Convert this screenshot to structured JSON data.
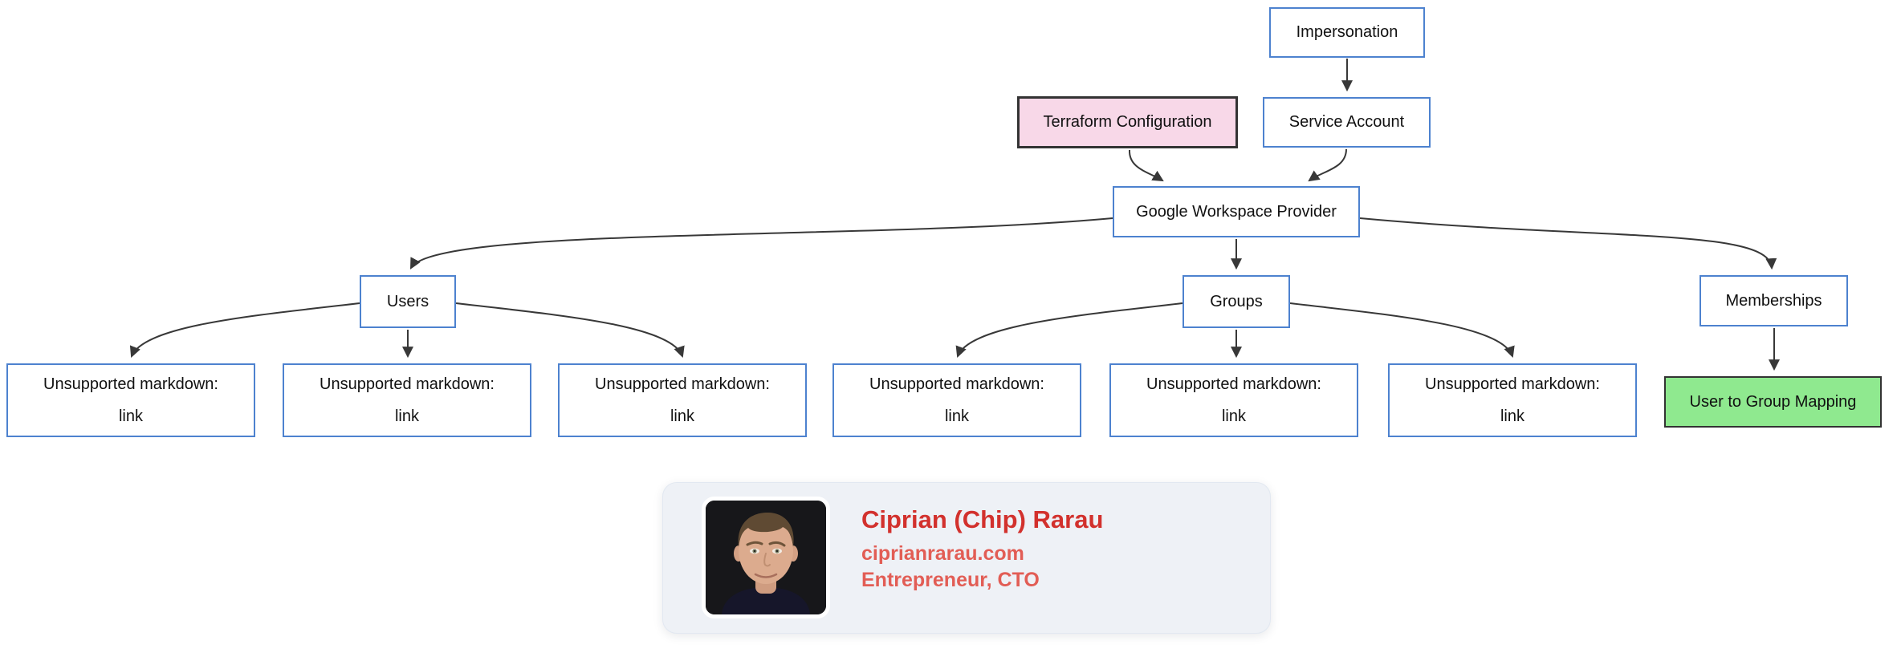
{
  "diagram": {
    "nodes": {
      "impersonation": "Impersonation",
      "service_account": "Service Account",
      "terraform_configuration": "Terraform Configuration",
      "google_workspace_provider": "Google Workspace Provider",
      "users": "Users",
      "groups": "Groups",
      "memberships": "Memberships",
      "user_to_group_mapping": "User to Group Mapping"
    },
    "unsupported_boxes": [
      {
        "line1": "Unsupported markdown:",
        "line2": "link"
      },
      {
        "line1": "Unsupported markdown:",
        "line2": "link"
      },
      {
        "line1": "Unsupported markdown:",
        "line2": "link"
      },
      {
        "line1": "Unsupported markdown:",
        "line2": "link"
      },
      {
        "line1": "Unsupported markdown:",
        "line2": "link"
      },
      {
        "line1": "Unsupported markdown:",
        "line2": "link"
      }
    ],
    "edges": [
      {
        "from": "impersonation",
        "to": "service_account"
      },
      {
        "from": "terraform_configuration",
        "to": "google_workspace_provider"
      },
      {
        "from": "service_account",
        "to": "google_workspace_provider"
      },
      {
        "from": "google_workspace_provider",
        "to": "users"
      },
      {
        "from": "google_workspace_provider",
        "to": "groups"
      },
      {
        "from": "google_workspace_provider",
        "to": "memberships"
      },
      {
        "from": "users",
        "to": "unsupported_box_1"
      },
      {
        "from": "users",
        "to": "unsupported_box_2"
      },
      {
        "from": "users",
        "to": "unsupported_box_3"
      },
      {
        "from": "groups",
        "to": "unsupported_box_4"
      },
      {
        "from": "groups",
        "to": "unsupported_box_5"
      },
      {
        "from": "groups",
        "to": "unsupported_box_6"
      },
      {
        "from": "memberships",
        "to": "user_to_group_mapping"
      }
    ],
    "colors": {
      "node_border": "#4d82cf",
      "node_fill": "#ffffff",
      "highlight_fill": "#f8d8e8",
      "highlight_border": "#333333",
      "success_fill": "#8fe98f",
      "success_border": "#333333",
      "edge": "#383838",
      "text": "#111111"
    }
  },
  "author_card": {
    "name": "Ciprian (Chip) Rarau",
    "website": "ciprianrarau.com",
    "role": "Entrepreneur, CTO",
    "name_color": "#d2312d",
    "accent_color": "#e25d55",
    "background": "#eef1f6"
  }
}
